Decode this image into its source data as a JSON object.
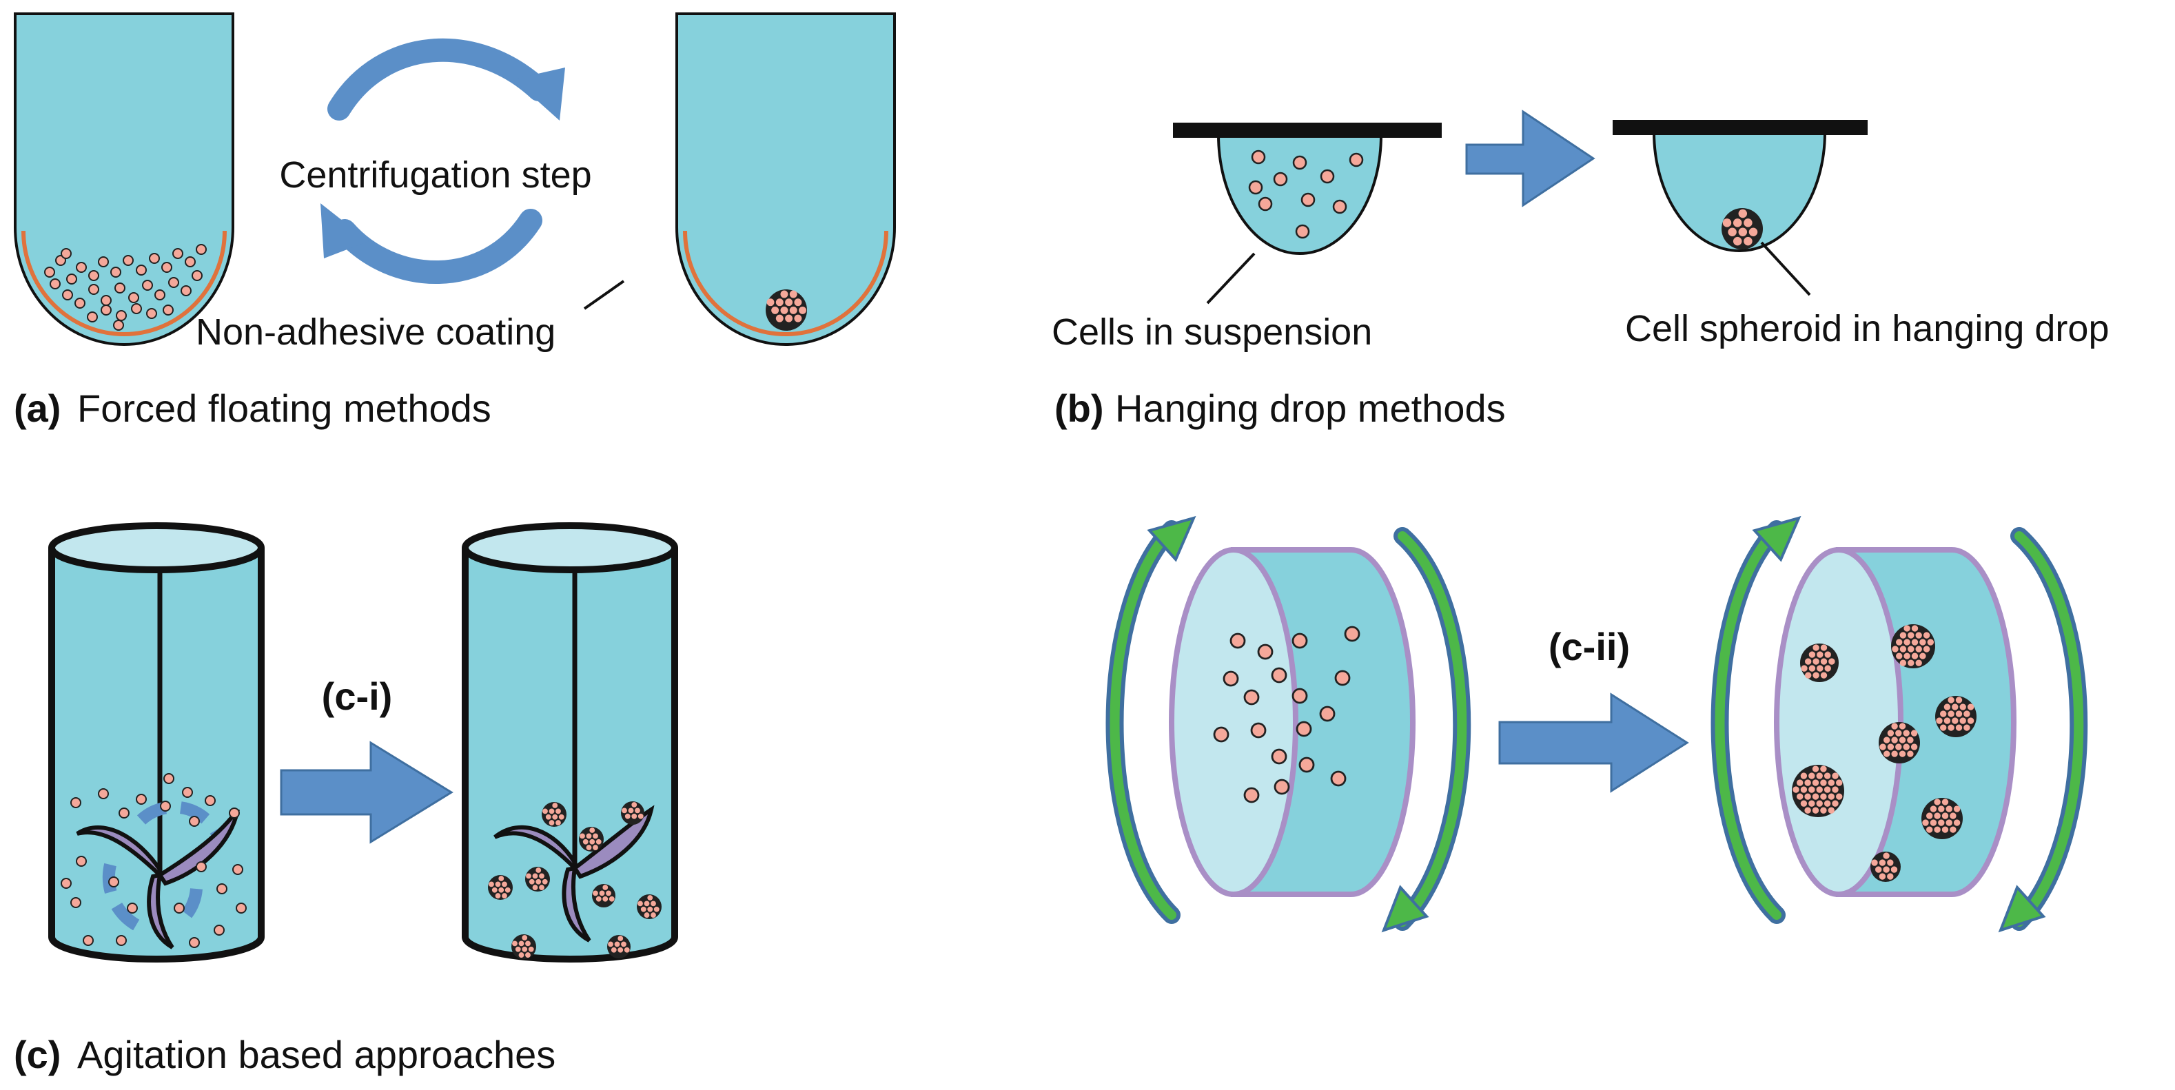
{
  "panel_a": {
    "letter": "(a)",
    "caption": "Forced floating methods",
    "step_label": "Centrifugation step",
    "coating_label": "Non-adhesive coating"
  },
  "panel_b": {
    "letter": "(b)",
    "caption": "Hanging drop methods",
    "left_label": "Cells in suspension",
    "right_label": "Cell spheroid in hanging drop"
  },
  "panel_c": {
    "letter": "(c)",
    "caption": "Agitation based approaches",
    "tag_ci": "(c-i)",
    "tag_cii": "(c-ii)"
  },
  "colors": {
    "medium": "#86d1dc",
    "medium_light": "#c2e7ee",
    "coating": "#e0723c",
    "cell": "#f5a89a",
    "arrow_blue": "#5b8fc8",
    "arrow_green": "#4db848",
    "impeller": "#9b8bbf",
    "drum_outline": "#a98fc6"
  }
}
